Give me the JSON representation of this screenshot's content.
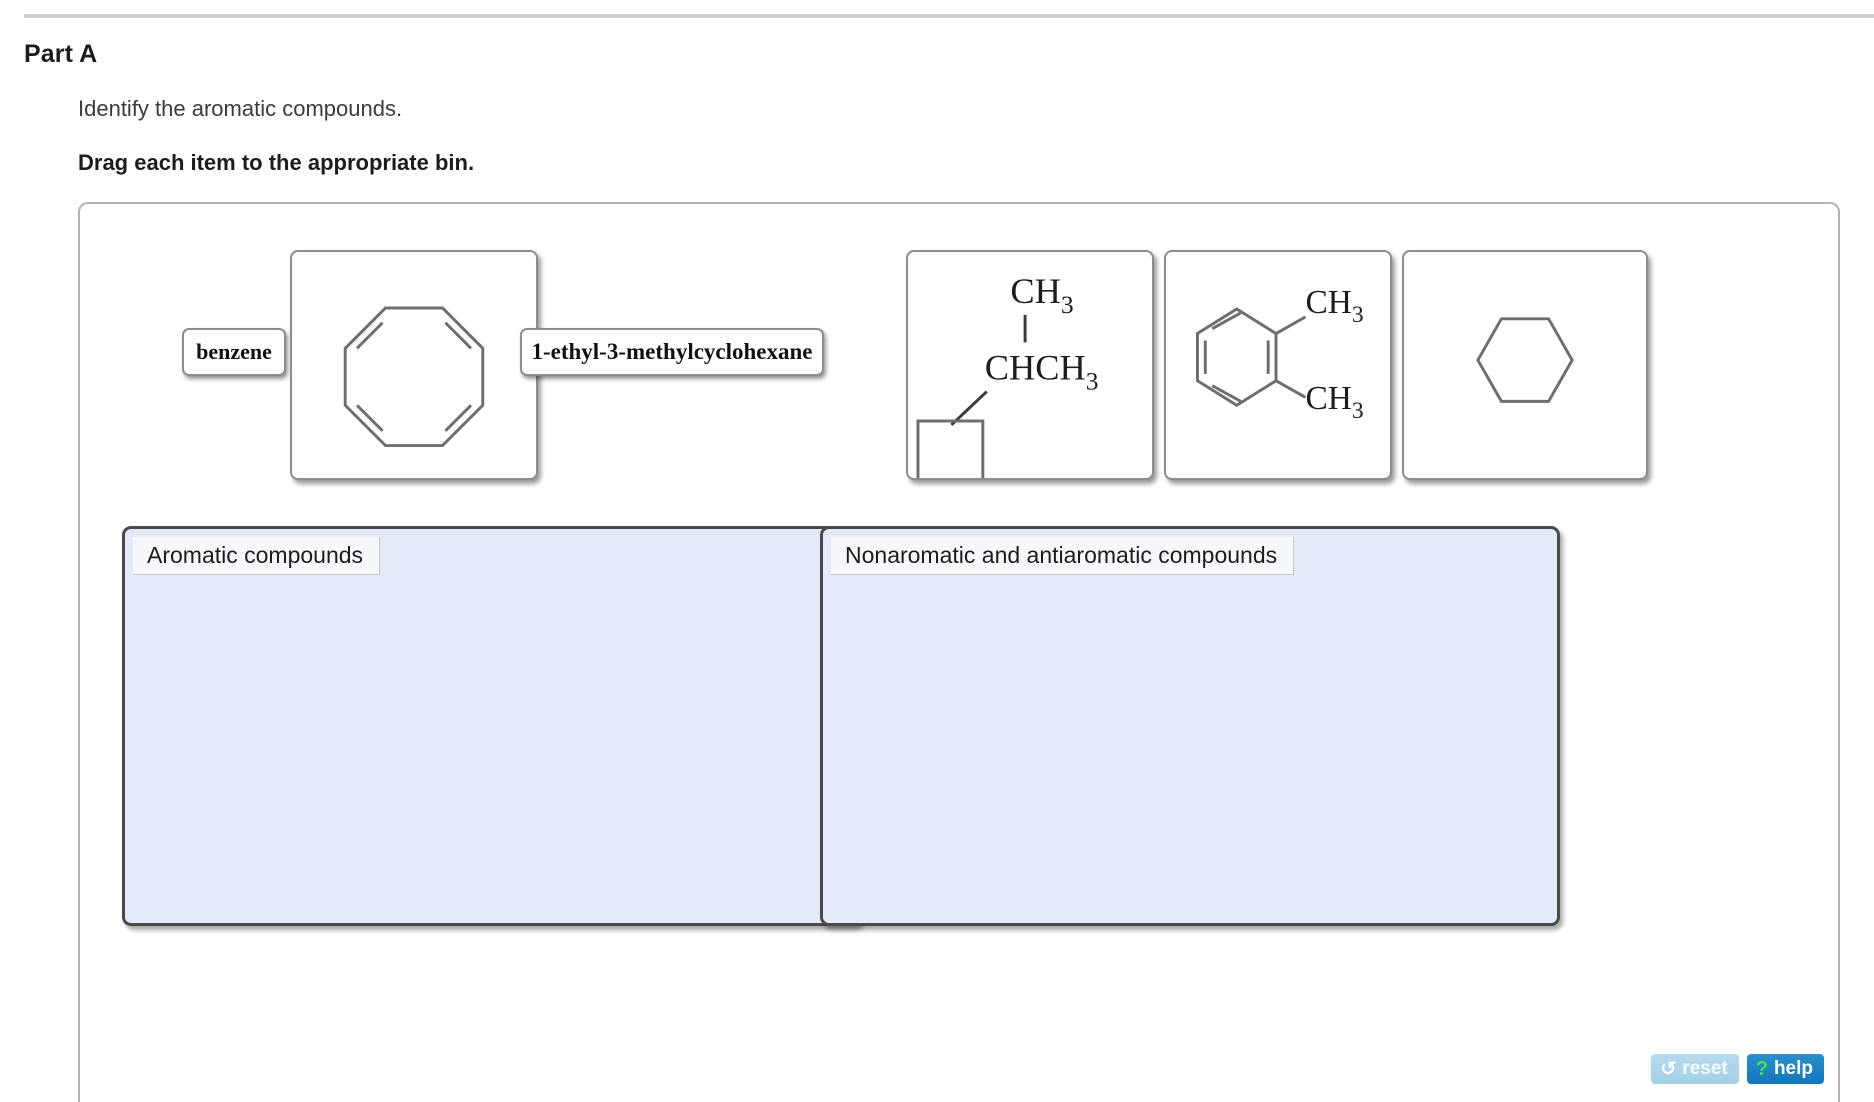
{
  "header": {
    "part_title": "Part A",
    "prompt": "Identify the aromatic compounds.",
    "instruction": "Drag each item to the appropriate bin."
  },
  "tray": {
    "items": [
      {
        "id": "benzene",
        "type": "text",
        "label": "benzene"
      },
      {
        "id": "cyclooctatetraene",
        "type": "structure",
        "label": "cyclooctatetraene-structure"
      },
      {
        "id": "ethylmethyl",
        "type": "text",
        "label": "1-ethyl-3-methylcyclohexane"
      },
      {
        "id": "isopropylcyclobutane",
        "type": "structure",
        "label": "isopropylcyclobutane-structure",
        "atoms": {
          "top": "CH",
          "top_sub": "3",
          "mid": "CHCH",
          "mid_sub": "3"
        }
      },
      {
        "id": "oxylene",
        "type": "structure",
        "label": "ortho-xylene-structure",
        "atoms": {
          "upper": "CH",
          "upper_sub": "3",
          "lower": "CH",
          "lower_sub": "3"
        }
      },
      {
        "id": "cyclohexane",
        "type": "structure",
        "label": "cyclohexane-structure"
      }
    ]
  },
  "bins": [
    {
      "id": "aromatic",
      "label": "Aromatic compounds",
      "items": []
    },
    {
      "id": "nonaromatic",
      "label": "Nonaromatic and antiaromatic compounds",
      "items": []
    }
  ],
  "footer": {
    "reset_label": "reset",
    "reset_icon": "circular-arrow",
    "help_label": "help",
    "help_icon": "question-mark"
  },
  "colors": {
    "bin_fill": "#e5eaf8",
    "bin_border": "#4a4a4a",
    "panel_border": "#b3b3b3",
    "reset_bg": "#a3cfe6",
    "help_bg": "#1276bb",
    "help_icon": "#49e24a",
    "structure_stroke": "#6e6e6e"
  }
}
